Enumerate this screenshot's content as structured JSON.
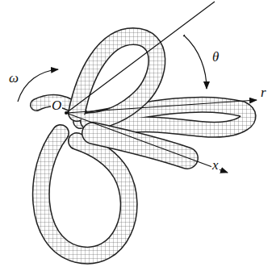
{
  "diagram": {
    "labels": [
      "ω",
      "θ",
      "O",
      "r",
      "x"
    ]
  }
}
